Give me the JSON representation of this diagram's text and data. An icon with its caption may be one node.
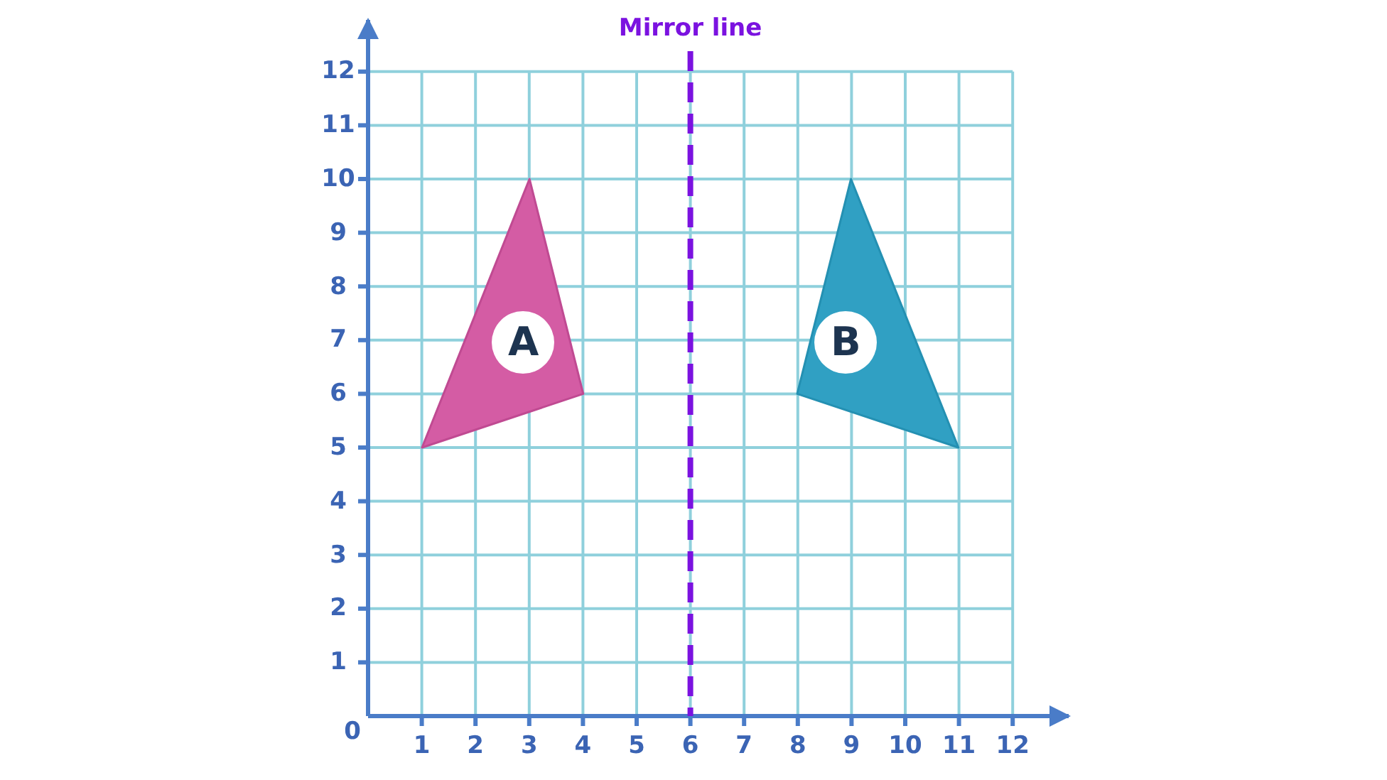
{
  "diagram": {
    "nodes": [
      {
        "text": [
          "A"
        ]
      },
      {
        "text": [
          "B"
        ]
      }
    ],
    "labels": [
      "Mirror line",
      "12",
      "11",
      "10",
      "9",
      "8",
      "7",
      "6",
      "5",
      "4",
      "3",
      "2",
      "1",
      "0",
      "1",
      "2",
      "3",
      "4",
      "5",
      "6",
      "7",
      "8",
      "9",
      "10",
      "11",
      "12"
    ]
  }
}
